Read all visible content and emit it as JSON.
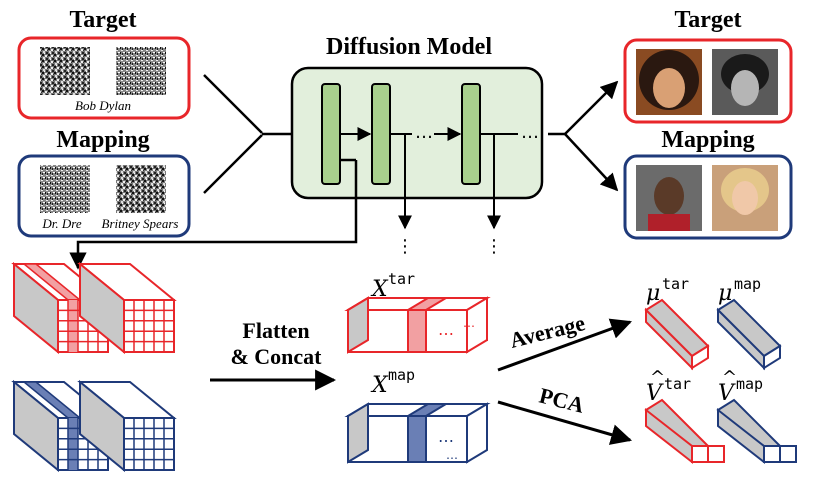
{
  "left": {
    "target_title": "Target",
    "target_caption": "Bob Dylan",
    "mapping_title": "Mapping",
    "mapping_caption_1": "Dr. Dre",
    "mapping_caption_2": "Britney Spears"
  },
  "center": {
    "title": "Diffusion Model",
    "ellipsis": "…"
  },
  "right": {
    "target_title": "Target",
    "mapping_title": "Mapping"
  },
  "lower": {
    "flatten_line1": "Flatten",
    "flatten_line2": "& Concat",
    "x_base": "X",
    "x_tar_sup": "tar",
    "x_map_sup": "map",
    "average": "Average",
    "pca": "PCA",
    "mu_base": "μ",
    "mu_tar_sup": "tar",
    "mu_map_sup": "map",
    "v_base": "V",
    "v_hat": "^",
    "v_tar_sup": "tar",
    "v_map_sup": "map",
    "dots": "…",
    "vdots": "⋮"
  },
  "colors": {
    "red": "#e8262a",
    "navy": "#1f3a7a",
    "green_fill": "#e2efdc",
    "block_fill": "#a8d08d",
    "gray": "#c8c8c8"
  }
}
